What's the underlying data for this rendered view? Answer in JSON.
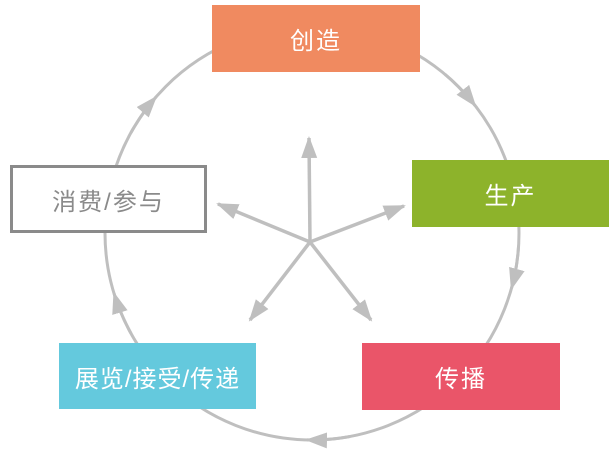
{
  "diagram": {
    "type": "cycle",
    "direction": "clockwise",
    "arrow_color": "#BFBFBF",
    "nodes": [
      {
        "label": "创造",
        "position": "top",
        "fill": "#F08A60",
        "text_color": "#FFFFFF"
      },
      {
        "label": "生产",
        "position": "right",
        "fill": "#8DB32B",
        "text_color": "#FFFFFF"
      },
      {
        "label": "传播",
        "position": "bottom-right",
        "fill": "#EA5569",
        "text_color": "#FFFFFF"
      },
      {
        "label": "展览/接受/传递",
        "position": "bottom-left",
        "fill": "#64C9DD",
        "text_color": "#FFFFFF"
      },
      {
        "label": "消费/参与",
        "position": "left",
        "fill": "#FFFFFF",
        "border_color": "#8A8A8A",
        "text_color": "#8A8A8A"
      }
    ],
    "flow": [
      "创造",
      "生产",
      "传播",
      "展览/接受/传递",
      "消费/参与",
      "创造"
    ]
  }
}
